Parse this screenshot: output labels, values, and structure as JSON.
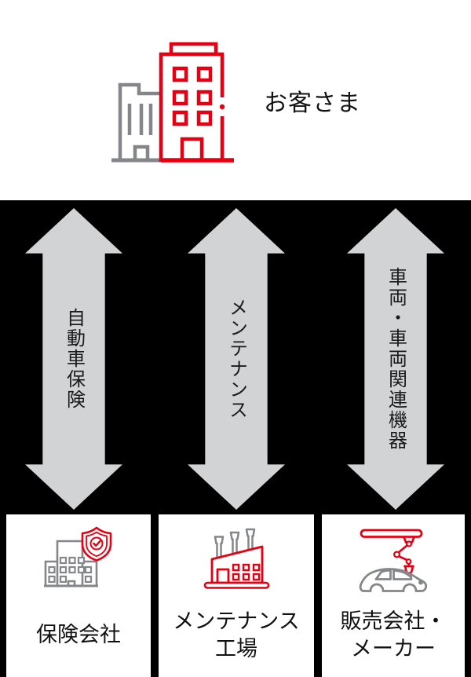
{
  "customer": {
    "label": "お客さま"
  },
  "arrows": [
    {
      "label": "自動車保険"
    },
    {
      "label": "メンテナンス"
    },
    {
      "label": "車両・車両関連機器"
    }
  ],
  "partners": [
    {
      "label": "保険会社"
    },
    {
      "label": "メンテナンス\n工場"
    },
    {
      "label": "販売会社・\nメーカー"
    }
  ],
  "colors": {
    "accent_red": "#E60012",
    "icon_gray": "#85868A",
    "arrow_gray": "#D2D3D5",
    "background_black": "#000000",
    "text_dark": "#111111"
  }
}
